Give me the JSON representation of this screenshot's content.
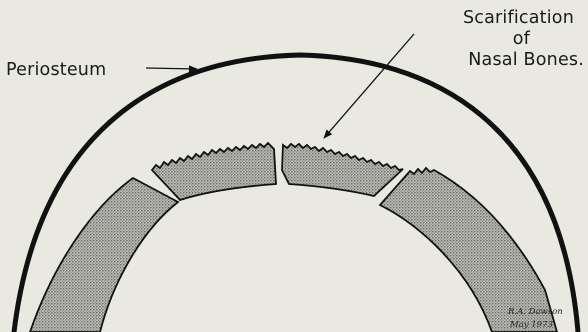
{
  "labels": {
    "periosteum": "Periosteum",
    "scarification_line1": "Scarification",
    "scarification_line2": "of",
    "scarification_line3": "Nasal Bones."
  }
}
